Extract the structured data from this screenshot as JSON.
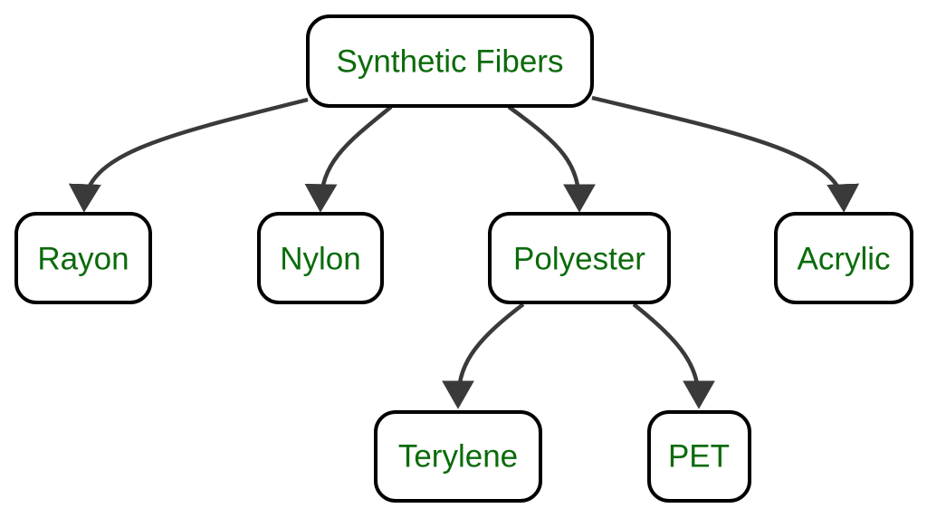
{
  "colors": {
    "text": "#0b6b0b",
    "edge": "#3a3a3a",
    "node_border": "#000000",
    "node_fill": "#ffffff",
    "background": "#ffffff"
  },
  "nodes": {
    "root": {
      "label": "Synthetic Fibers"
    },
    "rayon": {
      "label": "Rayon"
    },
    "nylon": {
      "label": "Nylon"
    },
    "polyester": {
      "label": "Polyester"
    },
    "acrylic": {
      "label": "Acrylic"
    },
    "terylene": {
      "label": "Terylene"
    },
    "pet": {
      "label": "PET"
    }
  },
  "edges": [
    {
      "from": "root",
      "to": "rayon"
    },
    {
      "from": "root",
      "to": "nylon"
    },
    {
      "from": "root",
      "to": "polyester"
    },
    {
      "from": "root",
      "to": "acrylic"
    },
    {
      "from": "polyester",
      "to": "terylene"
    },
    {
      "from": "polyester",
      "to": "pet"
    }
  ]
}
